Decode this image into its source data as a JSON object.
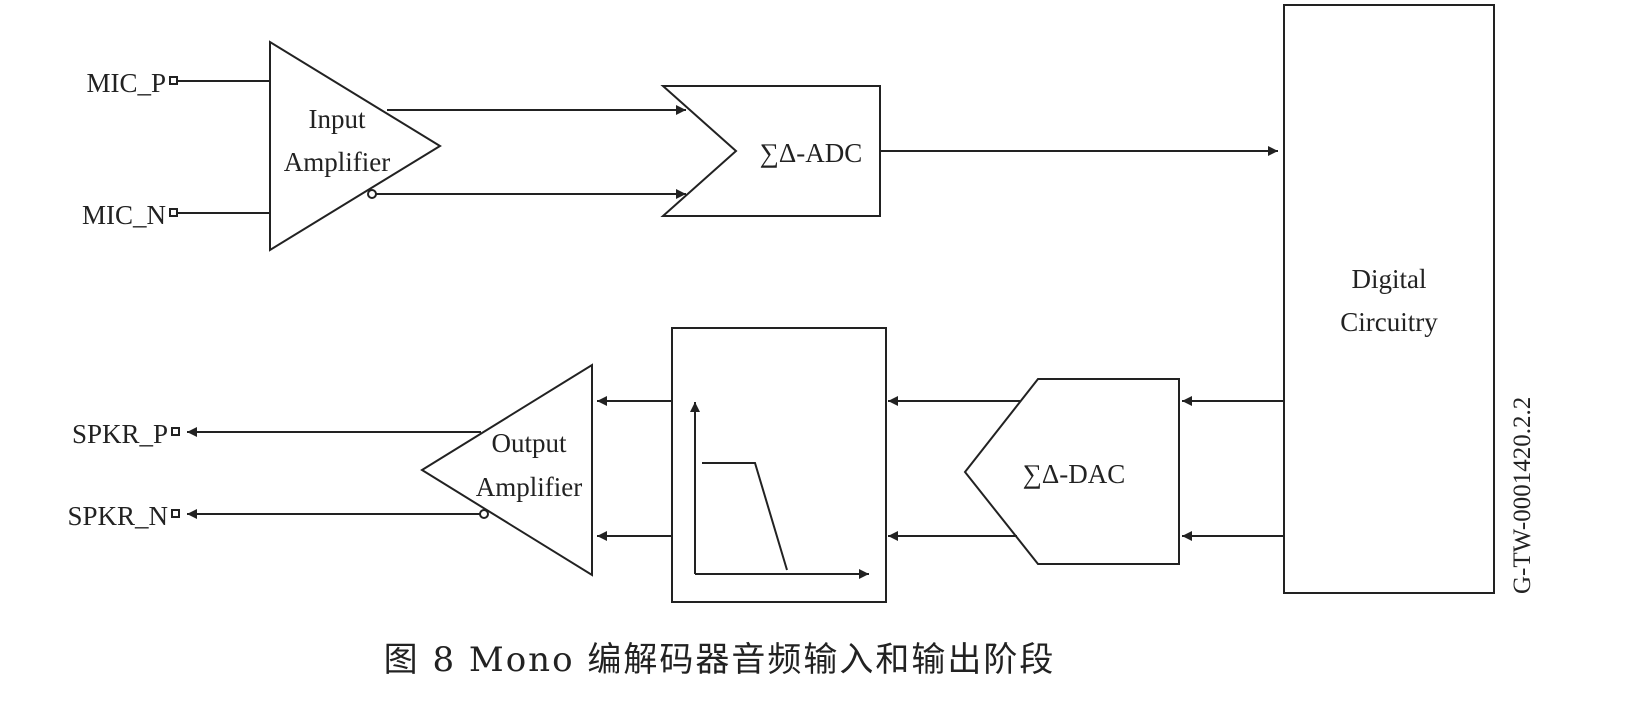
{
  "pins": {
    "mic_p": "MIC_P",
    "mic_n": "MIC_N",
    "spkr_p": "SPKR_P",
    "spkr_n": "SPKR_N"
  },
  "blocks": {
    "input_amp_line1": "Input",
    "input_amp_line2": "Amplifier",
    "adc": "∑Δ-ADC",
    "digital_line1": "Digital",
    "digital_line2": "Circuitry",
    "dac": "∑Δ-DAC",
    "output_amp_line1": "Output",
    "output_amp_line2": "Amplifier"
  },
  "figure_id": "G-TW-0001420.2.2",
  "caption": "图 8   Mono 编解码器音频输入和输出阶段"
}
